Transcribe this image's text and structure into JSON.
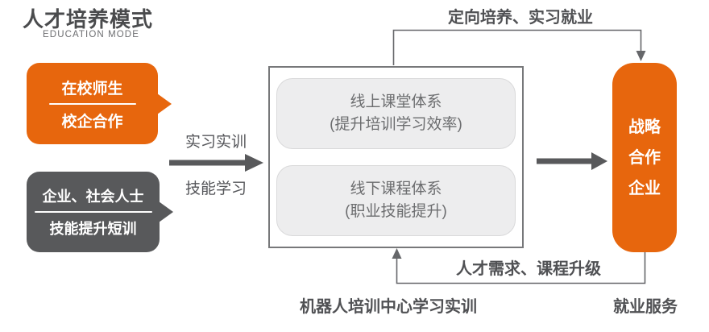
{
  "header": {
    "title": "人才培养模式",
    "subtitle": "EDUCATION MODE"
  },
  "source_bubbles": [
    {
      "line1": "在校师生",
      "line2": "校企合作"
    },
    {
      "line1": "企业、社会人士",
      "line2": "技能提升短训"
    }
  ],
  "transfer_labels": {
    "top": "实习实训",
    "bottom": "技能学习"
  },
  "flow_labels": {
    "top": "定向培养、实习就业",
    "bottom": "人才需求、课程升级"
  },
  "center_box": {
    "items": [
      {
        "title": "线上课堂体系",
        "subtitle": "(提升培训学习效率)"
      },
      {
        "title": "线下课程体系",
        "subtitle": "(职业技能提升)"
      }
    ]
  },
  "partner_box": {
    "lines": [
      "战略",
      "合作",
      "企业"
    ]
  },
  "captions": {
    "center": "机器人培训中心学习实训",
    "right": "就业服务"
  },
  "colors": {
    "accent_orange": "#E7660D",
    "dark_gray": "#58595B",
    "line_gray": "#66676A",
    "panel_gray": "#EDEDEE",
    "text_gray": "#6C6D6F",
    "ink": "#4A4B4D"
  }
}
